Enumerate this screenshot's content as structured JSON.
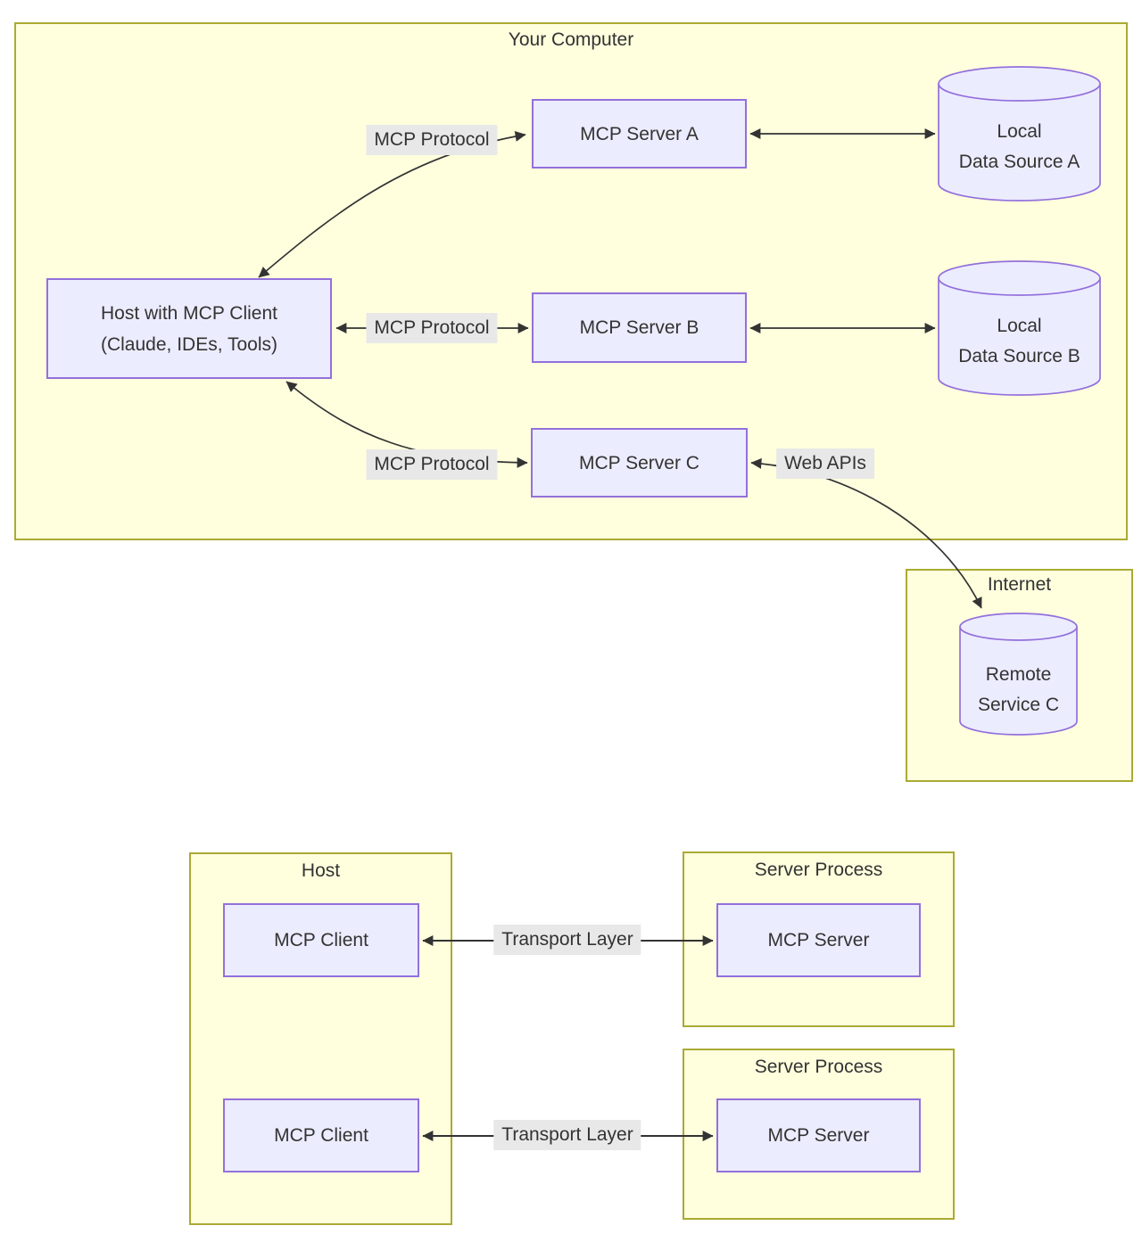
{
  "top_diagram": {
    "cluster_title": "Your Computer",
    "host_node": {
      "line1": "Host with MCP Client",
      "line2": "(Claude, IDEs, Tools)"
    },
    "servers": [
      {
        "label": "MCP Server A"
      },
      {
        "label": "MCP Server B"
      },
      {
        "label": "MCP Server C"
      }
    ],
    "data_sources": [
      {
        "line1": "Local",
        "line2": "Data Source A"
      },
      {
        "line1": "Local",
        "line2": "Data Source B"
      }
    ],
    "internet_cluster": {
      "title": "Internet",
      "remote_service": {
        "line1": "Remote",
        "line2": "Service C"
      }
    },
    "edge_labels": {
      "protocol_a": "MCP Protocol",
      "protocol_b": "MCP Protocol",
      "protocol_c": "MCP Protocol",
      "web_apis": "Web APIs"
    }
  },
  "bottom_diagram": {
    "host_cluster": {
      "title": "Host",
      "clients": [
        {
          "label": "MCP Client"
        },
        {
          "label": "MCP Client"
        }
      ]
    },
    "server_processes": [
      {
        "title": "Server Process",
        "server_label": "MCP Server"
      },
      {
        "title": "Server Process",
        "server_label": "MCP Server"
      }
    ],
    "edge_labels": {
      "transport_1": "Transport Layer",
      "transport_2": "Transport Layer"
    }
  },
  "colors": {
    "cluster_fill": "#ffffde",
    "cluster_border": "#aaaa33",
    "node_fill": "#ECECFF",
    "node_border": "#9370DB",
    "edge_label_bg": "#e8e8e8",
    "line": "#333333",
    "text": "#333333"
  }
}
